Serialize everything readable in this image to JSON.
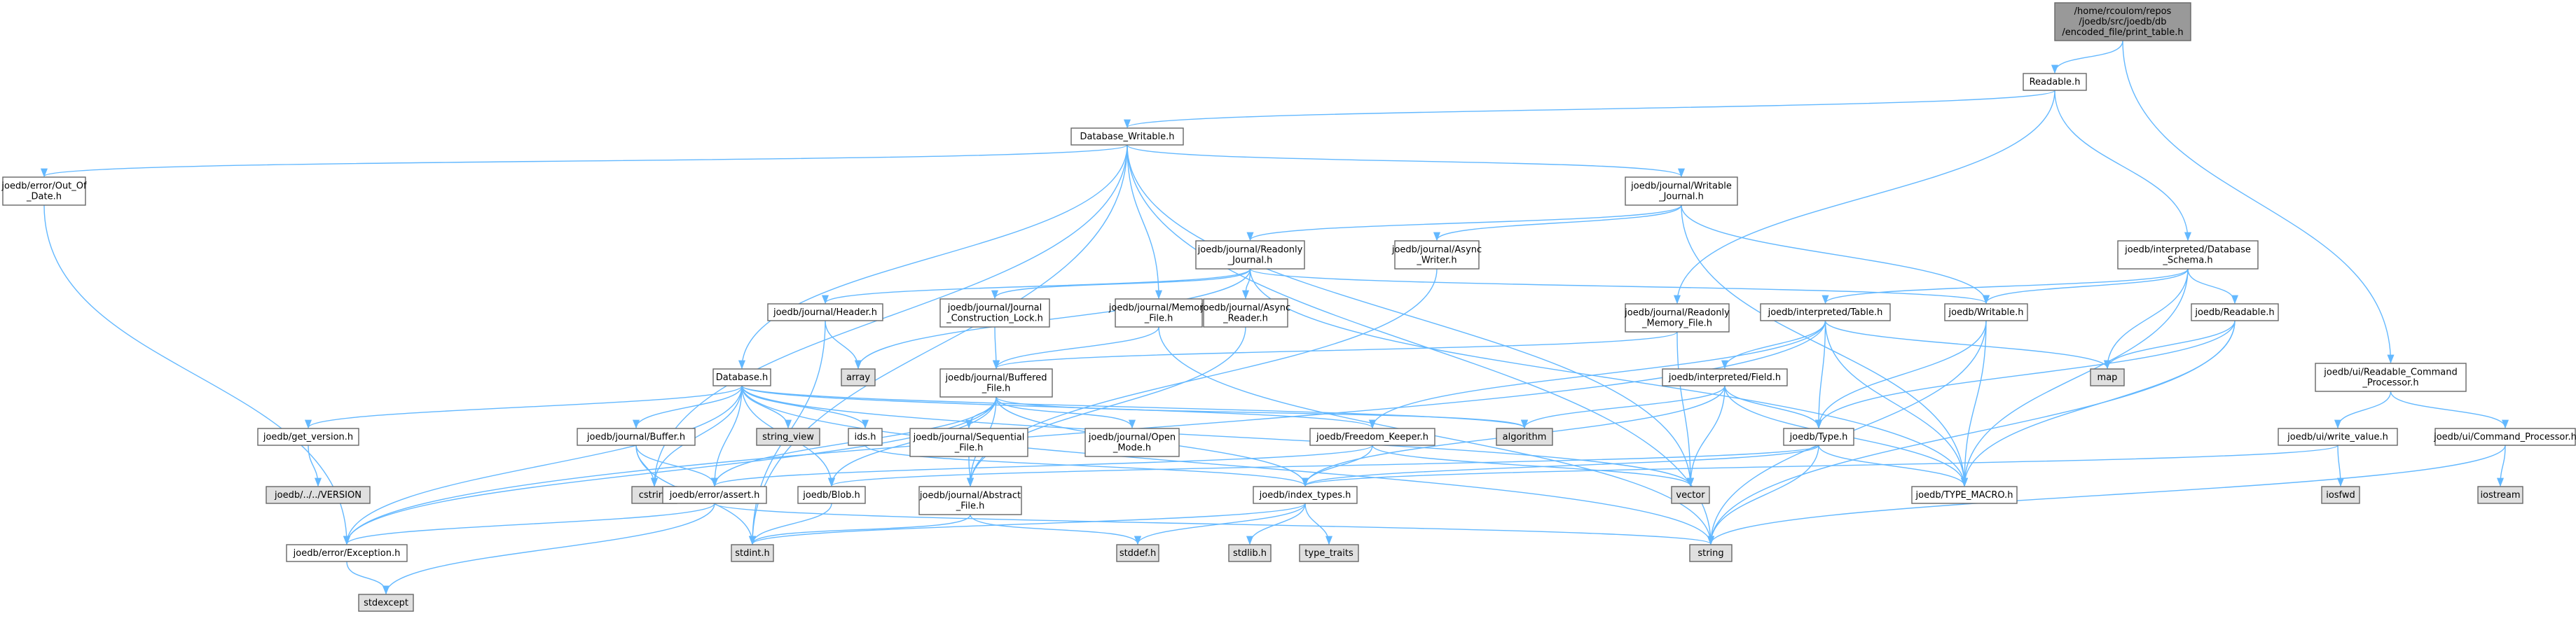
{
  "graph": {
    "root": "print_table",
    "nodes": [
      {
        "id": "print_table",
        "lines": [
          "/home/rcoulom/repos",
          "/joedb/src/joedb/db",
          "/encoded_file/print_table.h"
        ],
        "style": "root"
      },
      {
        "id": "readable_h",
        "lines": [
          "Readable.h"
        ],
        "style": "normal"
      },
      {
        "id": "database_writable",
        "lines": [
          "Database_Writable.h"
        ],
        "style": "normal"
      },
      {
        "id": "out_of_date",
        "lines": [
          "joedb/error/Out_Of",
          "_Date.h"
        ],
        "style": "normal"
      },
      {
        "id": "writable_journal",
        "lines": [
          "joedb/journal/Writable",
          "_Journal.h"
        ],
        "style": "normal"
      },
      {
        "id": "readonly_journal",
        "lines": [
          "joedb/journal/Readonly",
          "_Journal.h"
        ],
        "style": "normal"
      },
      {
        "id": "async_writer",
        "lines": [
          "joedb/journal/Async",
          "_Writer.h"
        ],
        "style": "normal"
      },
      {
        "id": "db_schema",
        "lines": [
          "joedb/interpreted/Database",
          "_Schema.h"
        ],
        "style": "normal"
      },
      {
        "id": "header_h",
        "lines": [
          "joedb/journal/Header.h"
        ],
        "style": "red"
      },
      {
        "id": "construction_lock",
        "lines": [
          "joedb/journal/Journal",
          "_Construction_Lock.h"
        ],
        "style": "normal"
      },
      {
        "id": "memory_file",
        "lines": [
          "joedb/journal/Memory",
          "_File.h"
        ],
        "style": "normal"
      },
      {
        "id": "async_reader",
        "lines": [
          "joedb/journal/Async",
          "_Reader.h"
        ],
        "style": "normal"
      },
      {
        "id": "readonly_memory_file",
        "lines": [
          "joedb/journal/Readonly",
          "_Memory_File.h"
        ],
        "style": "normal"
      },
      {
        "id": "table_h",
        "lines": [
          "joedb/interpreted/Table.h"
        ],
        "style": "normal"
      },
      {
        "id": "writable_h",
        "lines": [
          "joedb/Writable.h"
        ],
        "style": "normal"
      },
      {
        "id": "joedb_readable",
        "lines": [
          "joedb/Readable.h"
        ],
        "style": "normal"
      },
      {
        "id": "database_h",
        "lines": [
          "Database.h"
        ],
        "style": "normal"
      },
      {
        "id": "array",
        "lines": [
          "array"
        ],
        "style": "gray"
      },
      {
        "id": "buffered_file",
        "lines": [
          "joedb/journal/Buffered",
          "_File.h"
        ],
        "style": "normal"
      },
      {
        "id": "field_h",
        "lines": [
          "joedb/interpreted/Field.h"
        ],
        "style": "red"
      },
      {
        "id": "map",
        "lines": [
          "map"
        ],
        "style": "gray"
      },
      {
        "id": "readable_cmd",
        "lines": [
          "joedb/ui/Readable_Command",
          "_Processor.h"
        ],
        "style": "normal"
      },
      {
        "id": "string_view",
        "lines": [
          "string_view"
        ],
        "style": "gray"
      },
      {
        "id": "algorithm",
        "lines": [
          "algorithm"
        ],
        "style": "gray"
      },
      {
        "id": "get_version",
        "lines": [
          "joedb/get_version.h"
        ],
        "style": "normal"
      },
      {
        "id": "journal_buffer",
        "lines": [
          "joedb/journal/Buffer.h"
        ],
        "style": "normal"
      },
      {
        "id": "ids_h",
        "lines": [
          "ids.h"
        ],
        "style": "normal"
      },
      {
        "id": "sequential_file",
        "lines": [
          "joedb/journal/Sequential",
          "_File.h"
        ],
        "style": "normal"
      },
      {
        "id": "open_mode",
        "lines": [
          "joedb/journal/Open",
          "_Mode.h"
        ],
        "style": "normal"
      },
      {
        "id": "freedom_keeper",
        "lines": [
          "joedb/Freedom_Keeper.h"
        ],
        "style": "normal"
      },
      {
        "id": "type_h",
        "lines": [
          "joedb/Type.h"
        ],
        "style": "normal"
      },
      {
        "id": "write_value",
        "lines": [
          "joedb/ui/write_value.h"
        ],
        "style": "normal"
      },
      {
        "id": "command_processor",
        "lines": [
          "joedb/ui/Command_Processor.h"
        ],
        "style": "normal"
      },
      {
        "id": "version_file",
        "lines": [
          "joedb/../../VERSION"
        ],
        "style": "gray"
      },
      {
        "id": "cstring",
        "lines": [
          "cstring"
        ],
        "style": "gray"
      },
      {
        "id": "iosfwd",
        "lines": [
          "iosfwd"
        ],
        "style": "gray"
      },
      {
        "id": "iostream",
        "lines": [
          "iostream"
        ],
        "style": "gray"
      },
      {
        "id": "assert_h",
        "lines": [
          "joedb/error/assert.h"
        ],
        "style": "normal"
      },
      {
        "id": "blob_h",
        "lines": [
          "joedb/Blob.h"
        ],
        "style": "normal"
      },
      {
        "id": "abstract_file",
        "lines": [
          "joedb/journal/Abstract",
          "_File.h"
        ],
        "style": "normal"
      },
      {
        "id": "vector",
        "lines": [
          "vector"
        ],
        "style": "gray"
      },
      {
        "id": "index_types",
        "lines": [
          "joedb/index_types.h"
        ],
        "style": "normal"
      },
      {
        "id": "type_macro",
        "lines": [
          "joedb/TYPE_MACRO.h"
        ],
        "style": "normal"
      },
      {
        "id": "exception_h",
        "lines": [
          "joedb/error/Exception.h"
        ],
        "style": "normal"
      },
      {
        "id": "stdint",
        "lines": [
          "stdint.h"
        ],
        "style": "gray"
      },
      {
        "id": "string",
        "lines": [
          "string"
        ],
        "style": "gray"
      },
      {
        "id": "stddef",
        "lines": [
          "stddef.h"
        ],
        "style": "gray"
      },
      {
        "id": "stdlib",
        "lines": [
          "stdlib.h"
        ],
        "style": "gray"
      },
      {
        "id": "type_traits",
        "lines": [
          "type_traits"
        ],
        "style": "gray"
      },
      {
        "id": "stdexcept",
        "lines": [
          "stdexcept"
        ],
        "style": "gray"
      }
    ],
    "edges": [
      [
        "print_table",
        "readable_h"
      ],
      [
        "print_table",
        "readable_cmd"
      ],
      [
        "readable_h",
        "database_writable"
      ],
      [
        "readable_h",
        "readonly_memory_file"
      ],
      [
        "readable_h",
        "db_schema"
      ],
      [
        "database_writable",
        "out_of_date"
      ],
      [
        "database_writable",
        "writable_journal"
      ],
      [
        "database_writable",
        "database_h"
      ],
      [
        "database_writable",
        "memory_file"
      ],
      [
        "database_writable",
        "vector"
      ],
      [
        "database_writable",
        "string"
      ],
      [
        "database_writable",
        "stdint"
      ],
      [
        "database_writable",
        "cstring"
      ],
      [
        "out_of_date",
        "exception_h"
      ],
      [
        "writable_journal",
        "readonly_journal"
      ],
      [
        "writable_journal",
        "async_writer"
      ],
      [
        "writable_journal",
        "writable_h"
      ],
      [
        "writable_journal",
        "type_macro"
      ],
      [
        "readonly_journal",
        "header_h"
      ],
      [
        "readonly_journal",
        "construction_lock"
      ],
      [
        "readonly_journal",
        "async_reader"
      ],
      [
        "readonly_journal",
        "writable_h"
      ],
      [
        "readonly_journal",
        "type_macro"
      ],
      [
        "readonly_journal",
        "array"
      ],
      [
        "async_writer",
        "abstract_file"
      ],
      [
        "db_schema",
        "joedb_readable"
      ],
      [
        "db_schema",
        "table_h"
      ],
      [
        "db_schema",
        "writable_h"
      ],
      [
        "db_schema",
        "map"
      ],
      [
        "db_schema",
        "type_macro"
      ],
      [
        "header_h",
        "array"
      ],
      [
        "header_h",
        "stdint"
      ],
      [
        "construction_lock",
        "buffered_file"
      ],
      [
        "memory_file",
        "buffered_file"
      ],
      [
        "memory_file",
        "string"
      ],
      [
        "async_reader",
        "abstract_file"
      ],
      [
        "readonly_memory_file",
        "buffered_file"
      ],
      [
        "readonly_memory_file",
        "vector"
      ],
      [
        "table_h",
        "field_h"
      ],
      [
        "table_h",
        "freedom_keeper"
      ],
      [
        "table_h",
        "map"
      ],
      [
        "table_h",
        "type_h"
      ],
      [
        "table_h",
        "type_macro"
      ],
      [
        "table_h",
        "exception_h"
      ],
      [
        "writable_h",
        "type_h"
      ],
      [
        "writable_h",
        "type_macro"
      ],
      [
        "writable_h",
        "string"
      ],
      [
        "joedb_readable",
        "map"
      ],
      [
        "joedb_readable",
        "type_h"
      ],
      [
        "joedb_readable",
        "type_macro"
      ],
      [
        "joedb_readable",
        "string"
      ],
      [
        "database_h",
        "get_version"
      ],
      [
        "database_h",
        "journal_buffer"
      ],
      [
        "database_h",
        "ids_h"
      ],
      [
        "database_h",
        "string_view"
      ],
      [
        "database_h",
        "algorithm"
      ],
      [
        "database_h",
        "cstring"
      ],
      [
        "database_h",
        "freedom_keeper"
      ],
      [
        "database_h",
        "assert_h"
      ],
      [
        "database_h",
        "blob_h"
      ],
      [
        "database_h",
        "exception_h"
      ],
      [
        "database_h",
        "string"
      ],
      [
        "database_h",
        "vector"
      ],
      [
        "buffered_file",
        "sequential_file"
      ],
      [
        "buffered_file",
        "open_mode"
      ],
      [
        "buffered_file",
        "abstract_file"
      ],
      [
        "buffered_file",
        "assert_h"
      ],
      [
        "buffered_file",
        "blob_h"
      ],
      [
        "buffered_file",
        "index_types"
      ],
      [
        "buffered_file",
        "exception_h"
      ],
      [
        "buffered_file",
        "algorithm"
      ],
      [
        "field_h",
        "type_h"
      ],
      [
        "field_h",
        "index_types"
      ],
      [
        "field_h",
        "vector"
      ],
      [
        "field_h",
        "algorithm"
      ],
      [
        "field_h",
        "type_macro"
      ],
      [
        "readable_cmd",
        "write_value"
      ],
      [
        "readable_cmd",
        "command_processor"
      ],
      [
        "get_version",
        "version_file"
      ],
      [
        "journal_buffer",
        "assert_h"
      ],
      [
        "journal_buffer",
        "cstring"
      ],
      [
        "journal_buffer",
        "stdint"
      ],
      [
        "ids_h",
        "index_types"
      ],
      [
        "sequential_file",
        "abstract_file"
      ],
      [
        "freedom_keeper",
        "index_types"
      ],
      [
        "freedom_keeper",
        "assert_h"
      ],
      [
        "freedom_keeper",
        "vector"
      ],
      [
        "type_h",
        "index_types"
      ],
      [
        "type_h",
        "blob_h"
      ],
      [
        "type_h",
        "type_macro"
      ],
      [
        "type_h",
        "string"
      ],
      [
        "write_value",
        "iosfwd"
      ],
      [
        "write_value",
        "index_types"
      ],
      [
        "command_processor",
        "iostream"
      ],
      [
        "command_processor",
        "string"
      ],
      [
        "assert_h",
        "exception_h"
      ],
      [
        "assert_h",
        "string"
      ],
      [
        "assert_h",
        "stdexcept"
      ],
      [
        "blob_h",
        "stdint"
      ],
      [
        "abstract_file",
        "stdint"
      ],
      [
        "abstract_file",
        "stddef"
      ],
      [
        "index_types",
        "stdint"
      ],
      [
        "index_types",
        "stddef"
      ],
      [
        "index_types",
        "stdlib"
      ],
      [
        "index_types",
        "type_traits"
      ],
      [
        "exception_h",
        "stdexcept"
      ]
    ],
    "colors": {
      "edge": "#63b8ff",
      "node_border": "#666666",
      "node_fill": "#ffffff",
      "root_fill": "#999999",
      "gray_fill": "#e0e0e0",
      "red_text": "#ff0000"
    }
  }
}
